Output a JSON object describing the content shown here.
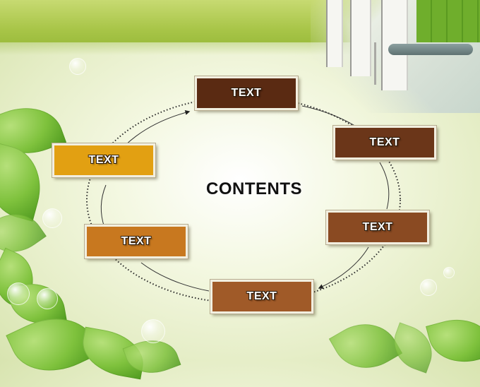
{
  "diagram": {
    "center_title": "CONTENTS",
    "nodes": [
      {
        "label": "TEXT",
        "color": "#5a2a12"
      },
      {
        "label": "TEXT",
        "color": "#6b3619"
      },
      {
        "label": "TEXT",
        "color": "#8a4a22"
      },
      {
        "label": "TEXT",
        "color": "#a05a28"
      },
      {
        "label": "TEXT",
        "color": "#c8781f"
      },
      {
        "label": "TEXT",
        "color": "#e2a012"
      }
    ]
  }
}
